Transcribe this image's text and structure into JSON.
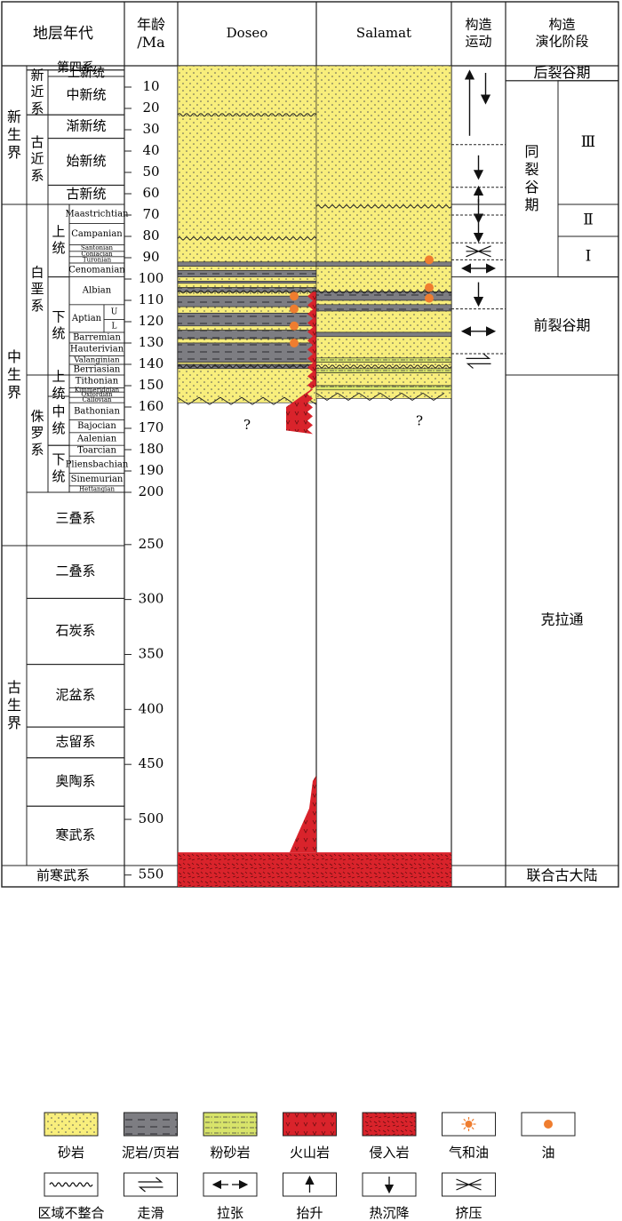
{
  "headers": {
    "strata": "地层年代",
    "age": "年龄\n/Ma",
    "doseo": "Doseo",
    "salamat": "Salamat",
    "tectonic": "构造\n运动",
    "stage": "构造\n演化阶段"
  },
  "eras": [
    {
      "id": "cenozoic",
      "label": "新生界",
      "top_ma": 0,
      "bottom_ma": 65
    },
    {
      "id": "mesozoic",
      "label": "中生界",
      "top_ma": 65,
      "bottom_ma": 251
    },
    {
      "id": "paleozoic",
      "label": "古生界",
      "top_ma": 251,
      "bottom_ma": 542
    }
  ],
  "systems": [
    {
      "label": "第四系",
      "top_ma": 0,
      "bottom_ma": 2
    },
    {
      "label": "新近系",
      "top_ma": 2,
      "bottom_ma": 23
    },
    {
      "label": "古近系",
      "top_ma": 23,
      "bottom_ma": 65
    },
    {
      "label": "白垩系",
      "top_ma": 65,
      "bottom_ma": 145
    },
    {
      "label": "侏罗系",
      "top_ma": 145,
      "bottom_ma": 200
    },
    {
      "label": "三叠系",
      "top_ma": 200,
      "bottom_ma": 251
    },
    {
      "label": "二叠系",
      "top_ma": 251,
      "bottom_ma": 299
    },
    {
      "label": "石炭系",
      "top_ma": 299,
      "bottom_ma": 359
    },
    {
      "label": "泥盆系",
      "top_ma": 359,
      "bottom_ma": 416
    },
    {
      "label": "志留系",
      "top_ma": 416,
      "bottom_ma": 444
    },
    {
      "label": "奥陶系",
      "top_ma": 444,
      "bottom_ma": 488
    },
    {
      "label": "寒武系",
      "top_ma": 488,
      "bottom_ma": 542
    },
    {
      "label": "前寒武系",
      "top_ma": 542,
      "bottom_ma": 560
    }
  ],
  "series": [
    {
      "label": "上新统",
      "top_ma": 2,
      "bottom_ma": 5
    },
    {
      "label": "中新统",
      "top_ma": 5,
      "bottom_ma": 23
    },
    {
      "label": "渐新统",
      "top_ma": 23,
      "bottom_ma": 34
    },
    {
      "label": "始新统",
      "top_ma": 34,
      "bottom_ma": 56
    },
    {
      "label": "古新统",
      "top_ma": 56,
      "bottom_ma": 65
    },
    {
      "label": "上统",
      "top_ma": 65,
      "bottom_ma": 99
    },
    {
      "label": "下统",
      "top_ma": 99,
      "bottom_ma": 145
    },
    {
      "label": "上统",
      "top_ma": 145,
      "bottom_ma": 155
    },
    {
      "label": "中统",
      "top_ma": 155,
      "bottom_ma": 178
    },
    {
      "label": "下统",
      "top_ma": 178,
      "bottom_ma": 200
    }
  ],
  "stages": [
    {
      "label": "Maastrichtian",
      "top_ma": 65,
      "bottom_ma": 74
    },
    {
      "label": "Campanian",
      "top_ma": 74,
      "bottom_ma": 84
    },
    {
      "label": "Santonian",
      "top_ma": 84,
      "bottom_ma": 87
    },
    {
      "label": "Coniacian",
      "top_ma": 87,
      "bottom_ma": 89.5
    },
    {
      "label": "Turonian",
      "top_ma": 89.5,
      "bottom_ma": 92.5
    },
    {
      "label": "Cenomanian",
      "top_ma": 92.5,
      "bottom_ma": 99
    },
    {
      "label": "Albian",
      "top_ma": 99,
      "bottom_ma": 112
    },
    {
      "label": "Aptian",
      "top_ma": 112,
      "bottom_ma": 125
    },
    {
      "label": "Barremian",
      "top_ma": 125,
      "bottom_ma": 130
    },
    {
      "label": "Hauterivian",
      "top_ma": 130,
      "bottom_ma": 136
    },
    {
      "label": "Valanginian",
      "top_ma": 136,
      "bottom_ma": 140
    },
    {
      "label": "Berriasian",
      "top_ma": 140,
      "bottom_ma": 145
    },
    {
      "label": "Tithonian",
      "top_ma": 145,
      "bottom_ma": 151
    },
    {
      "label": "Kimmeridgian",
      "top_ma": 151,
      "bottom_ma": 153
    },
    {
      "label": "Oxfordian",
      "top_ma": 153,
      "bottom_ma": 155.5
    },
    {
      "label": "Callovian",
      "top_ma": 155.5,
      "bottom_ma": 158
    },
    {
      "label": "Bathonian",
      "top_ma": 158,
      "bottom_ma": 166
    },
    {
      "label": "Bajocian",
      "top_ma": 166,
      "bottom_ma": 172
    },
    {
      "label": "Aalenian",
      "top_ma": 172,
      "bottom_ma": 178
    },
    {
      "label": "Toarcian",
      "top_ma": 178,
      "bottom_ma": 183
    },
    {
      "label": "Pliensbachian",
      "top_ma": 183,
      "bottom_ma": 191
    },
    {
      "label": "Sinemurian",
      "top_ma": 191,
      "bottom_ma": 197
    },
    {
      "label": "Hettangian",
      "top_ma": 197,
      "bottom_ma": 200
    }
  ],
  "aptian_sub": [
    {
      "label": "U",
      "top_ma": 112,
      "bottom_ma": 119
    },
    {
      "label": "L",
      "top_ma": 119,
      "bottom_ma": 125
    }
  ],
  "age_ticks": [
    10,
    20,
    30,
    40,
    50,
    60,
    70,
    80,
    90,
    100,
    110,
    120,
    130,
    140,
    150,
    160,
    170,
    180,
    190,
    200,
    250,
    300,
    350,
    400,
    450,
    500,
    550
  ],
  "age_scale": [
    [
      0,
      0
    ],
    [
      200,
      200
    ],
    [
      251,
      225
    ],
    [
      542,
      375
    ],
    [
      560,
      385
    ]
  ],
  "columns": {
    "doseo": {
      "layers": [
        {
          "lith": "sandstone",
          "top_ma": 0,
          "bottom_ma": 92
        },
        {
          "lith": "mudstone",
          "top_ma": 92,
          "bottom_ma": 94
        },
        {
          "lith": "sandstone",
          "top_ma": 94,
          "bottom_ma": 96
        },
        {
          "lith": "mudstone",
          "top_ma": 96,
          "bottom_ma": 99
        },
        {
          "lith": "sandstone",
          "top_ma": 99,
          "bottom_ma": 101
        },
        {
          "lith": "mudstone",
          "top_ma": 101,
          "bottom_ma": 102
        },
        {
          "lith": "sandstone",
          "top_ma": 102,
          "bottom_ma": 104
        },
        {
          "lith": "mudstone",
          "top_ma": 104,
          "bottom_ma": 106
        },
        {
          "lith": "sandstone",
          "top_ma": 106,
          "bottom_ma": 108
        },
        {
          "lith": "mudstone",
          "top_ma": 108,
          "bottom_ma": 113
        },
        {
          "lith": "sandstone",
          "top_ma": 113,
          "bottom_ma": 116
        },
        {
          "lith": "mudstone",
          "top_ma": 116,
          "bottom_ma": 122
        },
        {
          "lith": "sandstone",
          "top_ma": 122,
          "bottom_ma": 124
        },
        {
          "lith": "mudstone",
          "top_ma": 124,
          "bottom_ma": 128
        },
        {
          "lith": "sandstone",
          "top_ma": 128,
          "bottom_ma": 130
        },
        {
          "lith": "mudstone",
          "top_ma": 130,
          "bottom_ma": 139
        },
        {
          "lith": "sandstone",
          "top_ma": 139,
          "bottom_ma": 140
        },
        {
          "lith": "mudstone",
          "top_ma": 140,
          "bottom_ma": 142
        },
        {
          "lith": "sandstone",
          "top_ma": 142,
          "bottom_ma": 158
        }
      ],
      "unconformities_ma": [
        23,
        81,
        106,
        141
      ],
      "oil_ma": [
        108,
        114,
        122,
        130
      ],
      "question_mark": "?"
    },
    "salamat": {
      "layers": [
        {
          "lith": "sandstone",
          "top_ma": 0,
          "bottom_ma": 92
        },
        {
          "lith": "mudstone",
          "top_ma": 92,
          "bottom_ma": 94
        },
        {
          "lith": "sandstone",
          "top_ma": 94,
          "bottom_ma": 106
        },
        {
          "lith": "mudstone",
          "top_ma": 106,
          "bottom_ma": 110
        },
        {
          "lith": "sandstone",
          "top_ma": 110,
          "bottom_ma": 112
        },
        {
          "lith": "mudstone",
          "top_ma": 112,
          "bottom_ma": 115
        },
        {
          "lith": "sandstone",
          "top_ma": 115,
          "bottom_ma": 125
        },
        {
          "lith": "mudstone",
          "top_ma": 125,
          "bottom_ma": 127
        },
        {
          "lith": "sandstone",
          "top_ma": 127,
          "bottom_ma": 137
        },
        {
          "lith": "siltstone",
          "top_ma": 137,
          "bottom_ma": 139
        },
        {
          "lith": "sandstone",
          "top_ma": 139,
          "bottom_ma": 142
        },
        {
          "lith": "siltstone",
          "top_ma": 142,
          "bottom_ma": 144
        },
        {
          "lith": "sandstone",
          "top_ma": 144,
          "bottom_ma": 150
        },
        {
          "lith": "siltstone",
          "top_ma": 150,
          "bottom_ma": 152
        },
        {
          "lith": "sandstone",
          "top_ma": 152,
          "bottom_ma": 156
        }
      ],
      "unconformities_ma": [
        66,
        106,
        141
      ],
      "oil_ma": [
        91,
        104,
        109
      ],
      "question_mark": "?"
    }
  },
  "tectonic_motions": [
    {
      "top_ma": 0,
      "bottom_ma": 37,
      "symbol": "uplift_subsidence"
    },
    {
      "top_ma": 37,
      "bottom_ma": 57,
      "symbol": "subsidence"
    },
    {
      "top_ma": 57,
      "bottom_ma": 65,
      "symbol": "uplift"
    },
    {
      "top_ma": 65,
      "bottom_ma": 70,
      "symbol": "subsidence"
    },
    {
      "top_ma": 70,
      "bottom_ma": 83,
      "symbol": "subsidence"
    },
    {
      "top_ma": 83,
      "bottom_ma": 91,
      "symbol": "compression"
    },
    {
      "top_ma": 91,
      "bottom_ma": 99,
      "symbol": "extension"
    },
    {
      "top_ma": 99,
      "bottom_ma": 114,
      "symbol": "subsidence"
    },
    {
      "top_ma": 114,
      "bottom_ma": 135,
      "symbol": "extension"
    },
    {
      "top_ma": 135,
      "bottom_ma": 142,
      "symbol": "strike_slip"
    }
  ],
  "evolution_stages": [
    {
      "label": "后裂谷期",
      "top_ma": 0,
      "bottom_ma": 7,
      "sub": null
    },
    {
      "label": "同\n裂\n谷\n期",
      "top_ma": 7,
      "bottom_ma": 99,
      "sub": [
        {
          "label": "Ⅲ",
          "top_ma": 7,
          "bottom_ma": 65
        },
        {
          "label": "Ⅱ",
          "top_ma": 65,
          "bottom_ma": 80
        },
        {
          "label": "Ⅰ",
          "top_ma": 80,
          "bottom_ma": 99
        }
      ]
    },
    {
      "label": "前裂谷期",
      "top_ma": 99,
      "bottom_ma": 145,
      "sub": null
    },
    {
      "label": "克拉通",
      "top_ma": 145,
      "bottom_ma": 542,
      "sub": null
    },
    {
      "label": "联合古大陆",
      "top_ma": 542,
      "bottom_ma": 560,
      "sub": null
    }
  ],
  "legend": [
    {
      "label": "砂岩",
      "key": "sandstone"
    },
    {
      "label": "泥岩/页岩",
      "key": "mudstone"
    },
    {
      "label": "粉砂岩",
      "key": "siltstone"
    },
    {
      "label": "火山岩",
      "key": "volcanic"
    },
    {
      "label": "侵入岩",
      "key": "intrusive"
    },
    {
      "label": "气和油",
      "key": "gas_oil"
    },
    {
      "label": "油",
      "key": "oil"
    },
    {
      "label": "区域不整合",
      "key": "unconformity"
    },
    {
      "label": "走滑",
      "key": "strike_slip"
    },
    {
      "label": "拉张",
      "key": "extension"
    },
    {
      "label": "抬升",
      "key": "uplift"
    },
    {
      "label": "热沉降",
      "key": "subsidence"
    },
    {
      "label": "挤压",
      "key": "compression"
    }
  ],
  "colors": {
    "sandstone": "#f8ee7c",
    "mudstone": "#7d7d82",
    "siltstone": "#d8e46a",
    "volcanic": "#d9232b",
    "oil": "#ef7d2f"
  }
}
